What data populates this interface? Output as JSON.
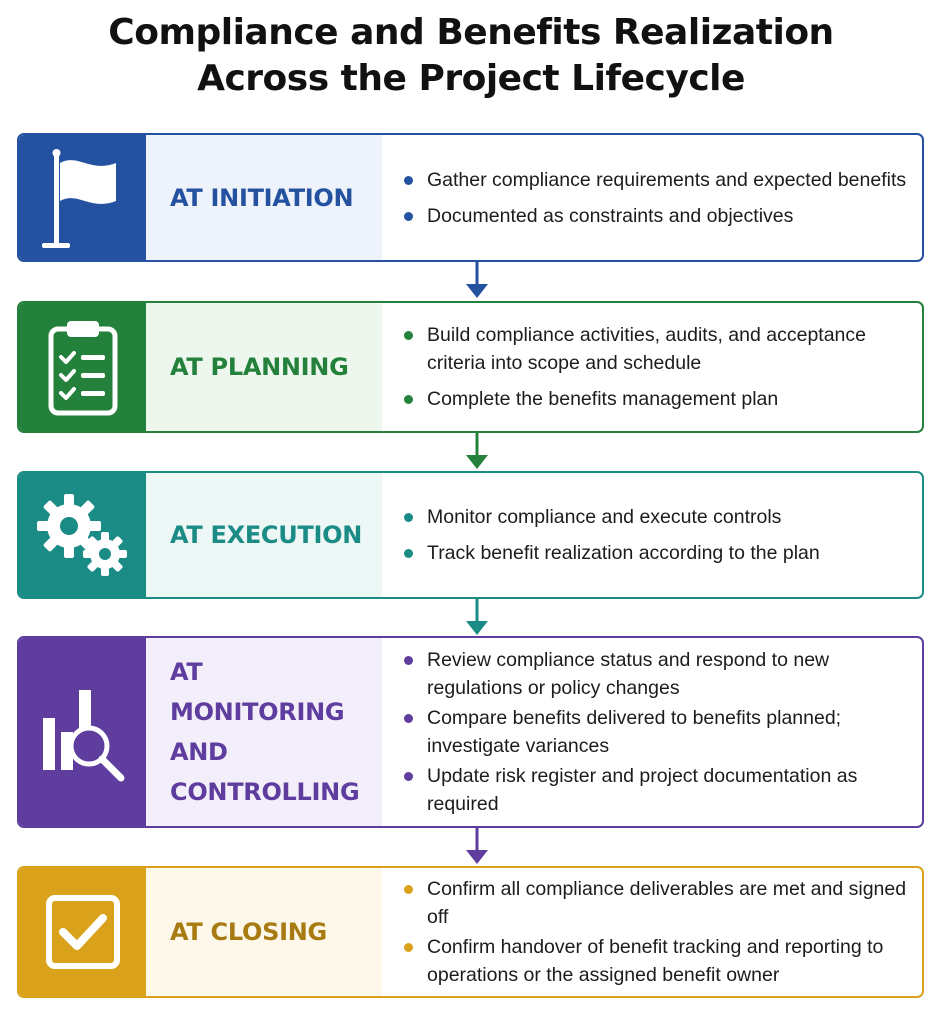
{
  "title": {
    "line1": "Compliance and Benefits Realization",
    "line2": "Across the Project Lifecycle"
  },
  "stages": [
    {
      "id": "initiation",
      "label_lines": [
        "AT INITIATION"
      ],
      "icon": "flag-icon",
      "color": "#2452a0",
      "tint": "#eef3fb",
      "bullets": [
        "Gather compliance requirements and expected benefits",
        "Documented as constraints and objectives"
      ]
    },
    {
      "id": "planning",
      "label_lines": [
        "AT PLANNING"
      ],
      "icon": "clipboard-checklist-icon",
      "color": "#23813b",
      "tint": "#eef7ee",
      "bullets": [
        "Build compliance activities, audits, and acceptance criteria into scope and schedule",
        "Complete the benefits management plan"
      ]
    },
    {
      "id": "execution",
      "label_lines": [
        "AT EXECUTION"
      ],
      "icon": "gears-icon",
      "color": "#1b8b86",
      "tint": "#edf7f5",
      "bullets": [
        "Monitor compliance and execute controls",
        "Track benefit realization according to the plan"
      ]
    },
    {
      "id": "monitoring",
      "label_lines": [
        "AT MONITORING",
        "AND CONTROLLING"
      ],
      "icon": "chart-magnifier-icon",
      "color": "#5e3d9e",
      "tint": "#f3effa",
      "bullets": [
        "Review compliance status and respond to new regulations or policy changes",
        "Compare benefits delivered to benefits planned; investigate variances",
        "Update risk register and project documentation as required"
      ]
    },
    {
      "id": "closing",
      "label_lines": [
        "AT CLOSING"
      ],
      "icon": "checkbox-icon",
      "color": "#d9a21a",
      "tint": "#fdf8ea",
      "label_color": "#a77a12",
      "bullets": [
        "Confirm all compliance deliverables are met and signed off",
        "Confirm handover of benefit tracking and reporting to operations or the assigned benefit owner"
      ]
    }
  ]
}
